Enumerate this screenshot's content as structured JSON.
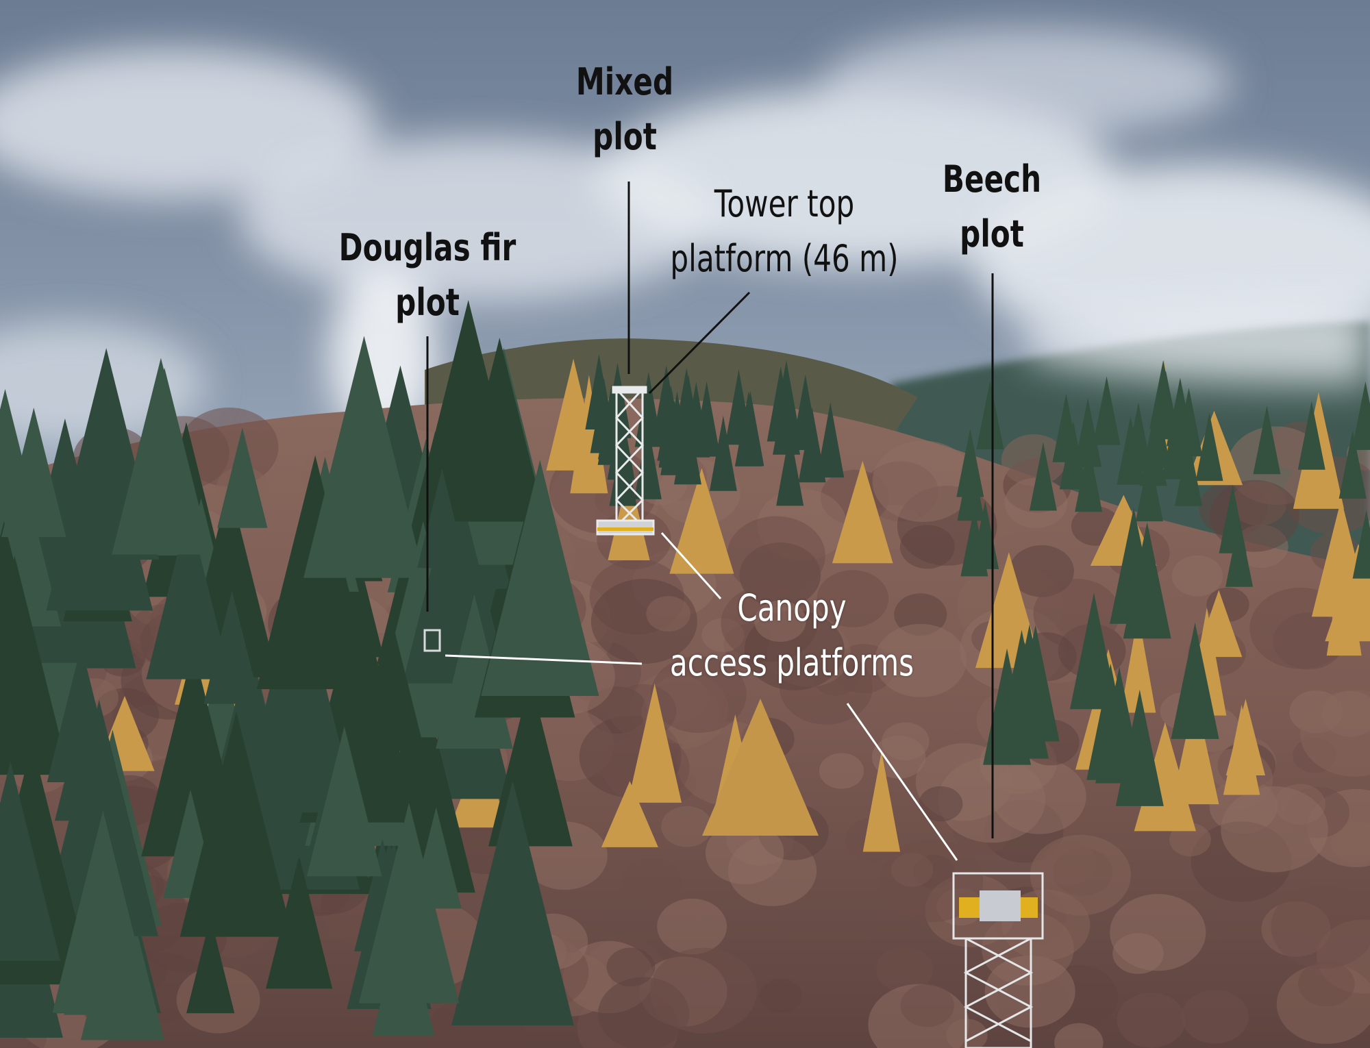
{
  "labels": {
    "mixed_plot": [
      "Mixed",
      "plot"
    ],
    "douglas_fir_plot": [
      "Douglas fir",
      "plot"
    ],
    "tower_top": [
      "Tower top",
      "platform (46 m)"
    ],
    "beech_plot": [
      "Beech",
      "plot"
    ],
    "canopy_access": [
      "Canopy",
      "access platforms"
    ]
  },
  "colors": {
    "sky_top": "#6c7c93",
    "sky_bottom": "#c9d1db",
    "forest_brown": "#7a5a52",
    "conifer_green": "#2f4a3c",
    "larch_gold": "#c99a4a",
    "platform_yellow": "#e0b020"
  }
}
